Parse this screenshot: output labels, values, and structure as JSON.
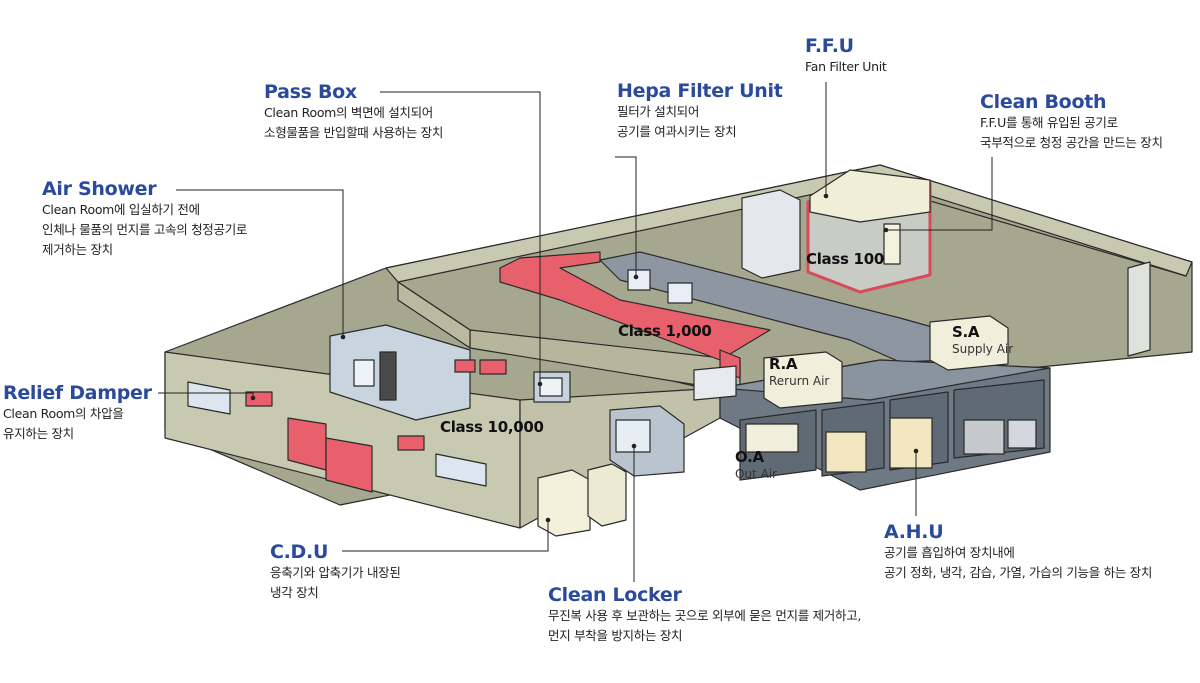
{
  "callouts": {
    "ffu": {
      "title": "F.F.U",
      "desc": [
        "Fan Filter Unit"
      ]
    },
    "hepa": {
      "title": "Hepa Filter Unit",
      "desc": [
        "필터가 설치되어",
        "공기를 여과시키는 장치"
      ]
    },
    "clean_booth": {
      "title": "Clean Booth",
      "desc": [
        "F.F.U를 통해 유입된 공기로",
        "국부적으로 청정 공간을 만드는 장치"
      ]
    },
    "pass_box": {
      "title": "Pass Box",
      "desc": [
        "Clean Room의 벽면에 설치되어",
        "소형물품을 반입할때 사용하는 장치"
      ]
    },
    "air_shower": {
      "title": "Air Shower",
      "desc": [
        "Clean Room에 입실하기 전에",
        "인체나 물품의 먼지를  고속의 청정공기로",
        "제거하는 장치"
      ]
    },
    "relief_damper": {
      "title": "Relief Damper",
      "desc": [
        "Clean Room의 차압을",
        "유지하는 장치"
      ]
    },
    "cdu": {
      "title": "C.D.U",
      "desc": [
        "응축기와 압축기가 내장된",
        "냉각 장치"
      ]
    },
    "clean_locker": {
      "title": "Clean Locker",
      "desc": [
        "무진복 사용 후 보관하는 곳으로 외부에 묻은 먼지를 제거하고,",
        "먼지 부착을 방지하는 장치"
      ]
    },
    "ahu": {
      "title": "A.H.U",
      "desc": [
        "공기를 흡입하여 장치내에",
        "공기 정화, 냉각, 감습, 가열, 가습의 기능을 하는 장치"
      ]
    }
  },
  "zones": {
    "class_100": "Class 100",
    "class_1000": "Class 1,000",
    "class_10000": "Class 10,000"
  },
  "units": {
    "sa": {
      "abbr": "S.A",
      "label": "Supply Air"
    },
    "ra": {
      "abbr": "R.A",
      "label": "Rerurn Air"
    },
    "oa": {
      "abbr": "O.A",
      "label": "Out Air"
    }
  },
  "colors": {
    "title_blue": "#2b4a9b",
    "wall": "#c9cab2",
    "floor": "#a7a891",
    "duct_red": "#e8606b",
    "duct_gray": "#8d96a0",
    "ahu_room": "#707b86"
  }
}
